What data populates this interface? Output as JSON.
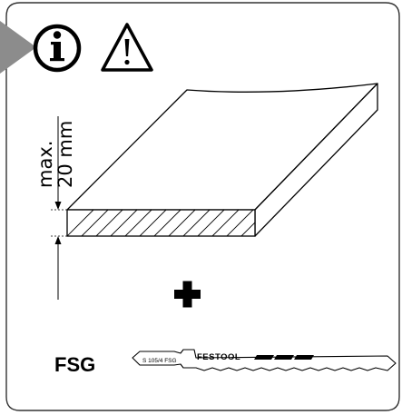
{
  "dimension": {
    "line1": "max.",
    "line2": "20 mm"
  },
  "blade": {
    "type_label": "FSG",
    "code": "S 105/4 FSG",
    "brand": "FESTOOL"
  },
  "icons": {
    "info": "info-icon",
    "warning": "warning-icon",
    "plus": "plus-icon",
    "pointer": "pointer-arrow"
  },
  "colors": {
    "pointer": "#8c8c8c",
    "ink": "#000000"
  }
}
